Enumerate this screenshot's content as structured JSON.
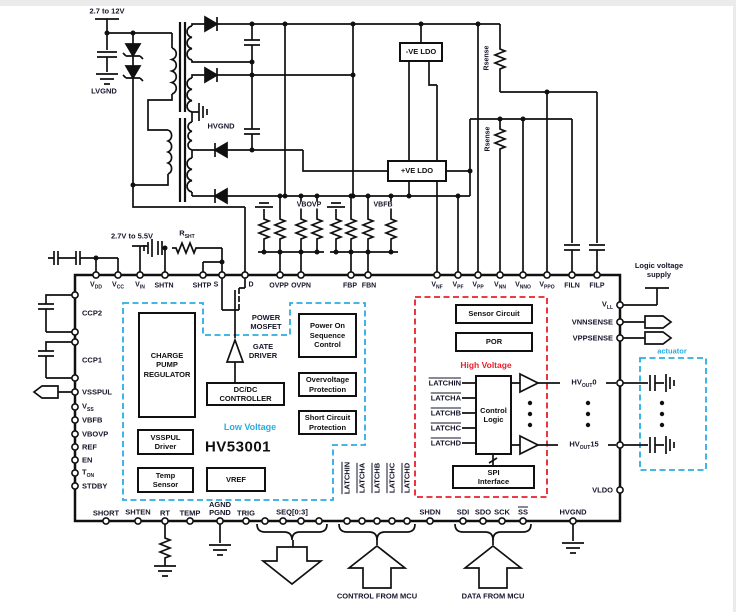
{
  "colors": {
    "accent_blue": "#2BACE2",
    "accent_red": "#E9202C",
    "wire": "#101010"
  },
  "supply": {
    "vin_main": "2.7 to 12V",
    "lvgnd": "LVGND",
    "hvgnd_top": "HVGND",
    "neg_ldo": "-VE LDO",
    "pos_ldo": "+VE LDO",
    "rsense_top": "Rsense",
    "rsense_mid": "Rsense",
    "vbovp": "VBOVP",
    "vbfb": "VBFB",
    "rsht": "R~SHT~",
    "vin_logic": "2.7V to 5.5V"
  },
  "chip": {
    "part": "HV53001",
    "low_voltage": "Low Voltage",
    "high_voltage": "High Voltage",
    "blocks": {
      "charge_pump": "CHARGE\nPUMP\nREGULATOR",
      "power_mosfet": "POWER\nMOSFET",
      "gate_driver": "GATE\nDRIVER",
      "dcdc": "DC/DC\nCONTROLLER",
      "vsspul_driver": "VSSPUL\nDriver",
      "temp_sensor": "Temp\nSensor",
      "vref": "VREF",
      "poseq": "Power On\nSequence\nControl",
      "ovp": "Overvoltage\nProtection",
      "scp": "Short Circuit\nProtection",
      "sensor_circuit": "Sensor Circuit",
      "por": "POR",
      "control_logic": "Control\nLogic",
      "spi": "SPI\nInterface"
    },
    "latch_inputs": [
      "LATCHIN",
      "LATCHA",
      "LATCHB",
      "LATCHC",
      "LATCHD"
    ]
  },
  "pins": {
    "top": [
      "V~DD~",
      "V~CC~",
      "V~IN~",
      "SHTN",
      "SHTP",
      "S",
      "D",
      "OVPP",
      "OVPN",
      "FBP",
      "FBN",
      "V~NF~",
      "V~PF~",
      "V~PP~",
      "V~NN~",
      "V~NNO~",
      "V~PPO~",
      "FILN",
      "FILP"
    ],
    "left": [
      "CCP2",
      "CCP1",
      "VSSPUL",
      "V~SS~",
      "VBFB",
      "VBOVP",
      "REF",
      "EN",
      "T~ON~",
      "STDBY"
    ],
    "bottom": [
      "SHORT",
      "SHTEN",
      "RT",
      "TEMP",
      "AGND\nPGND",
      "TRIG",
      "SEQ[0:3]",
      "SHDN",
      "SDI",
      "SDO",
      "SCK",
      "SS",
      "HVGND"
    ],
    "bottom_latch": [
      "LATCHIN",
      "LATCHA",
      "LATCHB",
      "LATCHC",
      "LATCHD"
    ],
    "right": [
      "V~LL~",
      "VNNSENSE",
      "VPPSENSE",
      "HV~OUT~0",
      "HV~OUT~15",
      "VLDO"
    ]
  },
  "annotations": {
    "logic_supply": "Logic voltage\nsupply",
    "actuator": "actuator",
    "control_mcu": "CONTROL FROM MCU",
    "data_mcu": "DATA FROM MCU"
  }
}
